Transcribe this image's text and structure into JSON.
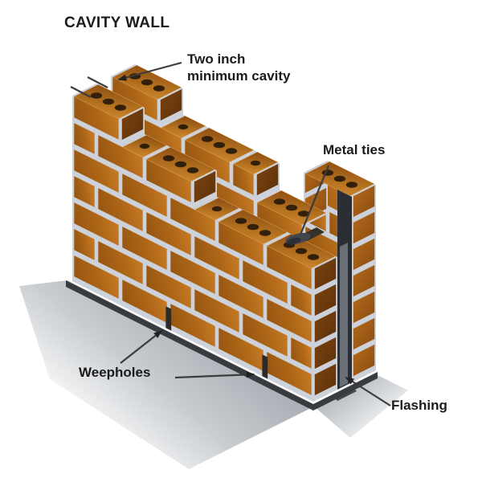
{
  "title": "CAVITY WALL",
  "labels": {
    "cavity_line1": "Two inch",
    "cavity_line2": "minimum cavity",
    "metal_ties": "Metal ties",
    "weepholes": "Weepholes",
    "flashing": "Flashing"
  },
  "colors": {
    "background": "#ffffff",
    "text": "#1b1b1b",
    "annotation_line": "#3c3c3c",
    "mortar": "#ccd1da",
    "brick_face_dark": "#965510",
    "brick_face_light": "#cc7f28",
    "brick_top_light": "#d18a33",
    "brick_top_dark": "#8a4c12",
    "brick_end_dark_hi": "#7a420f",
    "brick_end_dark_lo": "#5e320a",
    "brick_end_lit": "#b56a1a",
    "hole": "#32200a",
    "base_strip": "#383b40",
    "cavity_dark": "#2b2e33",
    "flashing_gray": "#696f76",
    "flashing_foot": "#43474c",
    "tie": "#41464d",
    "tie_gap": "#34312b",
    "weephole": "#2e2b26",
    "shadow_dark": "#a0a6ad",
    "shadow_dark2": "#aab0b6"
  }
}
